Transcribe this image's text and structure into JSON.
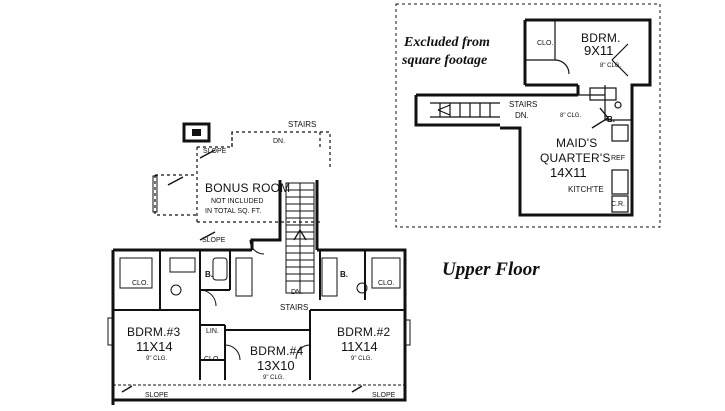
{
  "upper_floor_label": "Upper Floor",
  "excluded_note": {
    "line1": "Excluded from",
    "line2": "square footage"
  },
  "bonus_room": {
    "name": "BONUS ROOM",
    "note1": "NOT INCLUDED",
    "note2": "IN TOTAL SQ. FT."
  },
  "slope": "SLOPE",
  "bedroom3": {
    "name": "BDRM.#3",
    "dim": "11X14",
    "clg": "9\" CLG."
  },
  "bedroom4": {
    "name": "BDRM.#4",
    "dim": "13X10",
    "clg": "9\" CLG."
  },
  "bedroom2": {
    "name": "BDRM.#2",
    "dim": "11X14",
    "clg": "9\" CLG."
  },
  "maids_quarters": {
    "name1": "MAID'S",
    "name2": "QUARTER'S",
    "dim": "14X11",
    "kitchen": "KITCH'TE"
  },
  "upper_bedroom": {
    "name": "BDRM.",
    "dim": "9X11",
    "clg": "8\" CLG."
  },
  "clo": "CLO.",
  "bath": "B.",
  "stairs": "STAIRS",
  "dn": "DN.",
  "lin": "LIN.",
  "ref": "REF",
  "cr": "C.R.",
  "clg8": "8\" CLG."
}
